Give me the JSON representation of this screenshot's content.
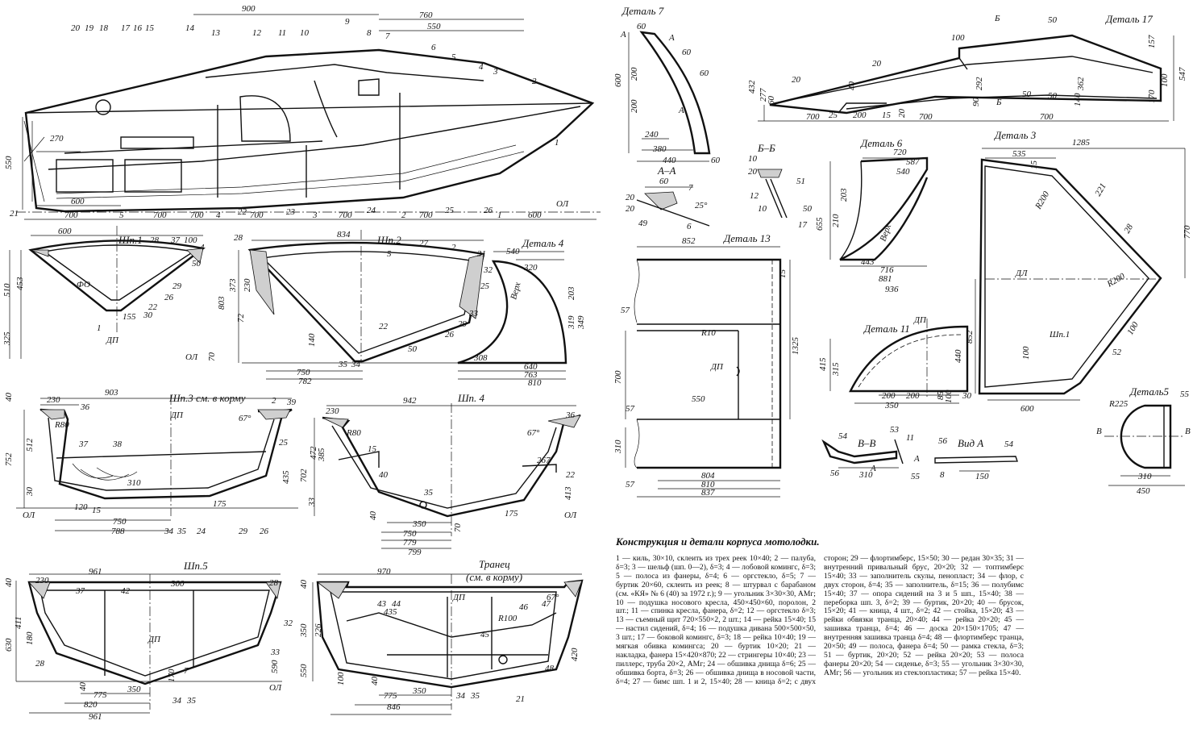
{
  "caption": {
    "title": "Конструкция и детали корпуса мотолодки.",
    "legend": [
      "1 — киль, 30×10, склеить из трех реек 10×40;",
      "2 — палуба, δ=3;",
      "3 — шельф (шп. 0—2), δ=3;",
      "4 — лобовой комингс, δ=3;",
      "5 — полоса из фанеры, δ=4;",
      "6 — оргстекло, δ=5;",
      "7 — буртик 20×60, склеить из реек;",
      "8 — штурвал с барабаном (см. «КЯ» № 6 (40) за 1972 г.);",
      "9 — угольник 3×30×30, АМг;",
      "10 — подушка носового кресла, 450×450×60, поролон, 2 шт.;",
      "11 — спинка кресла, фанера, δ=2;",
      "12 — оргстекло δ=3;",
      "13 — съемный щит 720×550×2, 2 шт.;",
      "14 — рейка 15×40;",
      "15 — настил сидений, δ=4;",
      "16 — подушка дивана 500×500×50, 3 шт.;",
      "17 — боковой комингс, δ=3;",
      "18 — рейка 10×40;",
      "19 — мягкая обивка комингса;",
      "20 — буртик 10×20;",
      "21 — накладка, фанера 15×420×870;",
      "22 — стрингеры 10×40;",
      "23 — пиллерс, труба 20×2, АМг;",
      "24 — обшивка днища δ=6;",
      "25 — обшивка борта, δ=3;",
      "26 — обшивка днища в носовой части, δ=4;",
      "27 — бимс шп. 1 и 2, 15×40;",
      "28 — кница δ=2; с двух сторон;",
      "29 — флортимберс, 15×50;",
      "30 — редан 30×35;",
      "31 — внутренний привальный брус, 20×20;",
      "32 — топтимберс 15×40;",
      "33 — заполнитель скулы, пенопласт;",
      "34 — флор, с двух сторон, δ=4;",
      "35 — заполнитель, δ=15;",
      "36 — полубимс 15×40;",
      "37 — опора сидений на 3 и 5 шп., 15×40;",
      "38 — переборка шп. 3, δ=2;",
      "39 — буртик, 20×20;",
      "40 — брусок, 15×20;",
      "41 — кница, 4 шт., δ=2;",
      "42 — стойка, 15×20;",
      "43 — рейки обвязки транца, 20×40;",
      "44 — рейка 20×20;",
      "45 — зашивка транца, δ=4;",
      "46 — доска 20×150×1705;",
      "47 — внутренняя зашивка транца δ=4;",
      "48 — флортимберс транца, 20×50;",
      "49 — полоса, фанера δ=4;",
      "50 — рамка стекла, δ=3;",
      "51 — буртик, 20×20;",
      "52 — рейка 20×20;",
      "53 — полоса фанеры 20×20;",
      "54 — сиденье, δ=3;",
      "55 — угольник 3×30×30, АМг;",
      "56 — угольник из стеклопластика;",
      "57 — рейка 15×40."
    ]
  },
  "views": {
    "side": {
      "dims": [
        "900",
        "760",
        "550",
        "550",
        "270",
        "600",
        "700",
        "700",
        "700",
        "700",
        "700",
        "600",
        "700"
      ],
      "callouts": [
        "20",
        "19",
        "18",
        "17",
        "16",
        "15",
        "14",
        "13",
        "12",
        "11",
        "10",
        "9",
        "8",
        "7",
        "6",
        "5",
        "4",
        "3",
        "2",
        "1",
        "21",
        "22",
        "23",
        "24",
        "25",
        "26"
      ],
      "marks": [
        "ОЛ",
        "5",
        "4",
        "3",
        "2",
        "1"
      ]
    },
    "frame1": {
      "title": "Шп.1",
      "dims": [
        "600",
        "510",
        "453",
        "325",
        "ФО"
      ],
      "callouts": [
        "28",
        "37",
        "100",
        "4",
        "50",
        "29",
        "26",
        "22",
        "30",
        "1"
      ],
      "marks": [
        "ДП",
        "155"
      ]
    },
    "frame2": {
      "title": "Шп.2",
      "dims": [
        "834",
        "28",
        "373",
        "803",
        "230",
        "72",
        "140",
        "750",
        "782",
        "5"
      ],
      "callouts": [
        "27",
        "2",
        "31",
        "32",
        "25",
        "33",
        "26",
        "22",
        "50",
        "35",
        "34",
        "29"
      ],
      "marks": [
        "ОЛ",
        "70"
      ]
    },
    "detail4": {
      "title": "Деталь 4",
      "dims": [
        "540",
        "320",
        "203",
        "319",
        "349",
        "308",
        "640",
        "763",
        "810"
      ],
      "marks": [
        "Верх"
      ]
    },
    "frame3": {
      "title": "Шп.3 см. в корму",
      "dims": [
        "903",
        "230",
        "40",
        "752",
        "512",
        "30",
        "R80",
        "310",
        "120",
        "750",
        "788",
        "15",
        "175",
        "435",
        "67°"
      ],
      "callouts": [
        "36",
        "2",
        "39",
        "37",
        "38",
        "25",
        "34",
        "35",
        "24",
        "29",
        "26"
      ],
      "marks": [
        "ДП",
        "ОЛ"
      ]
    },
    "frame4": {
      "title": "Шп. 4",
      "dims": [
        "942",
        "230",
        "385",
        "702",
        "472",
        "33",
        "267",
        "750",
        "779",
        "799",
        "350",
        "40",
        "413",
        "175",
        "R80",
        "67°",
        "70"
      ],
      "callouts": [
        "15",
        "40",
        "36",
        "22",
        "35"
      ],
      "marks": [
        "ОЛ"
      ]
    },
    "frame5": {
      "title": "Шп.5",
      "dims": [
        "961",
        "230",
        "300",
        "40",
        "630",
        "411",
        "180",
        "775",
        "820",
        "961",
        "350",
        "40",
        "590",
        "170",
        "7"
      ],
      "callouts": [
        "37",
        "42",
        "28",
        "32",
        "33",
        "28",
        "34",
        "35"
      ],
      "marks": [
        "ДП",
        "ОЛ"
      ]
    },
    "transom": {
      "title": "Транец",
      "subtitle": "(см. в корму)",
      "dims": [
        "970",
        "40",
        "435",
        "R100",
        "350",
        "226",
        "550",
        "100",
        "40",
        "775",
        "846",
        "350",
        "420",
        "67°"
      ],
      "callouts": [
        "43",
        "44",
        "45",
        "46",
        "47",
        "48",
        "34",
        "35",
        "21"
      ],
      "marks": [
        "ДП"
      ]
    },
    "detail7": {
      "title": "Деталь 7",
      "dims": [
        "60",
        "60",
        "60",
        "600",
        "200",
        "200",
        "240",
        "380",
        "440",
        "60"
      ],
      "marks": [
        "А",
        "А",
        "А"
      ]
    },
    "sectionAA": {
      "title": "А–А",
      "dims": [
        "60",
        "20",
        "25°",
        "20"
      ],
      "callouts": [
        "7",
        "6",
        "49"
      ]
    },
    "sectionBB": {
      "title": "Б–Б",
      "dims": [
        "10",
        "20"
      ],
      "callouts": [
        "51",
        "12",
        "10",
        "50",
        "17"
      ]
    },
    "detail17": {
      "title": "Деталь 17",
      "dims": [
        "100",
        "50",
        "432",
        "277",
        "20",
        "40",
        "292",
        "362",
        "547",
        "157",
        "100",
        "170",
        "90",
        "140",
        "700",
        "700",
        "700",
        "25",
        "200",
        "15",
        "20",
        "60",
        "50",
        "50"
      ],
      "marks": [
        "Б",
        "Б"
      ],
      "callouts": [
        "20"
      ]
    },
    "detail6": {
      "title": "Деталь 6",
      "dims": [
        "720",
        "587",
        "540",
        "655",
        "210",
        "203",
        "443",
        "716",
        "881",
        "936"
      ],
      "marks": [
        "Верх"
      ]
    },
    "detail3": {
      "title": "Деталь 3",
      "dims": [
        "1285",
        "535",
        "15",
        "221",
        "R200",
        "28",
        "770",
        "R200",
        "852",
        "100",
        "600",
        "100"
      ],
      "callouts": [
        "52"
      ],
      "marks": [
        "ДЛ",
        "Шп.1"
      ]
    },
    "detail13": {
      "title": "Деталь 13",
      "dims": [
        "852",
        "15",
        "R10",
        "57",
        "700",
        "1325",
        "550",
        "310",
        "804",
        "810",
        "837",
        "57",
        "57"
      ],
      "marks": [
        "ДП"
      ]
    },
    "detail11": {
      "title": "Деталь 11",
      "dims": [
        "415",
        "315",
        "440",
        "200",
        "200",
        "350",
        "85",
        "100",
        "30"
      ],
      "marks": [
        "ДП"
      ]
    },
    "sectionVV": {
      "title": "В–В",
      "dims": [
        "310",
        "150",
        "8"
      ],
      "callouts": [
        "54",
        "56",
        "53",
        "11",
        "55",
        "56",
        "54"
      ],
      "marks": [
        "А",
        "А",
        "Вид А"
      ]
    },
    "detail5": {
      "title": "Деталь5",
      "dims": [
        "R225",
        "310",
        "450"
      ],
      "callouts": [
        "55"
      ],
      "marks": [
        "В",
        "В"
      ]
    }
  }
}
